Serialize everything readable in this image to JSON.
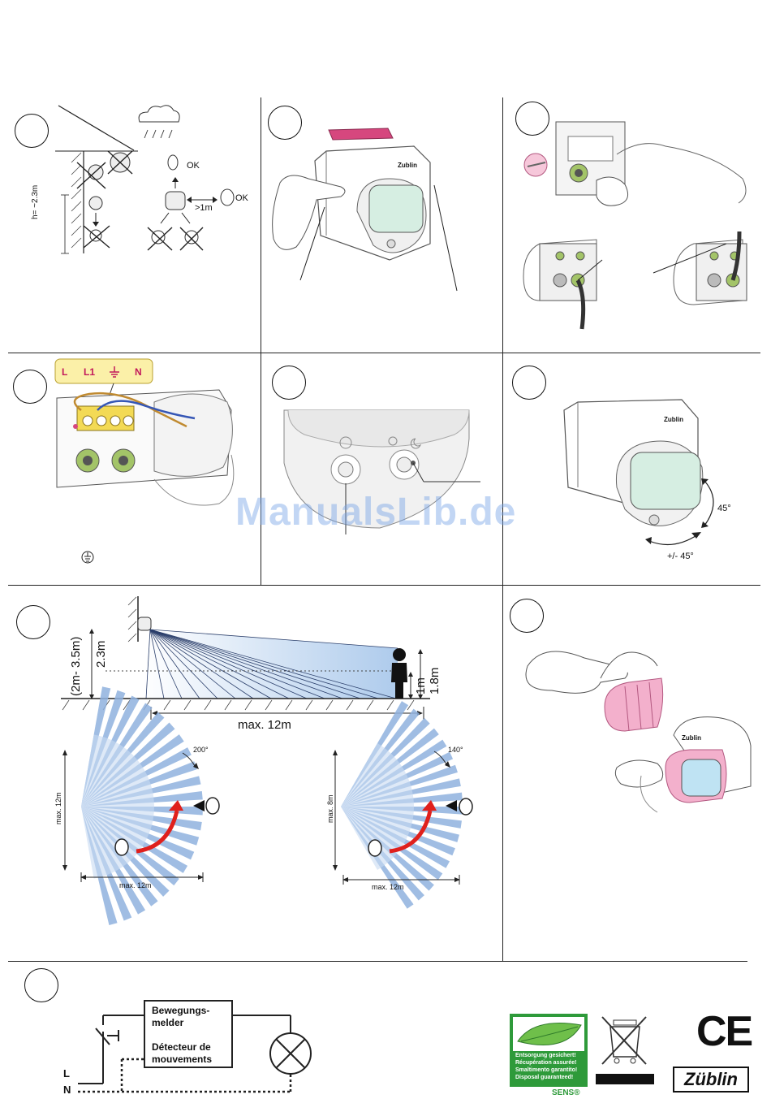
{
  "panel1": {
    "height_label": "h= ~2.3m",
    "ok_label_top": "OK",
    "ok_label_side": "OK",
    "distance_label": ">1m"
  },
  "panel2": {
    "brand": "Zublin"
  },
  "panel4": {
    "terminals": [
      "L",
      "L1",
      "N"
    ]
  },
  "panel6": {
    "angle_vertical": "45°",
    "angle_horizontal": "+/- 45°"
  },
  "panel7": {
    "height_range": "(2m- 3.5m)",
    "height_mount": "2.3m",
    "height_1m": "1m",
    "height_person": "1.8m",
    "max_distance": "max. 12m",
    "pattern_a": {
      "angle": "200°",
      "side": "max. 12m",
      "bottom": "max. 12m"
    },
    "pattern_b": {
      "angle": "140°",
      "side": "max. 8m",
      "bottom": "max. 12m"
    }
  },
  "wiring": {
    "box_line1": "Bewegungs-",
    "box_line2": "melder",
    "box_line3": "Détecteur de",
    "box_line4": "mouvements",
    "label_L": "L",
    "label_N": "N"
  },
  "recycle_badge": {
    "line1": "Entsorgung gesichert!",
    "line2": "Récupération assurée!",
    "line3": "Smaltimento garantito!",
    "line4": "Disposal guaranteed!",
    "sens": "SENS®"
  },
  "logos": {
    "ce": "CE",
    "brand": "Züblin"
  },
  "watermark": "ManualsLib.de",
  "colors": {
    "accent_pink": "#d6477e",
    "beam_blue": "#8fb2de",
    "arrow_red": "#e0201c",
    "badge_green": "#2e9a3a",
    "terminal_yellow": "#f3da55"
  }
}
